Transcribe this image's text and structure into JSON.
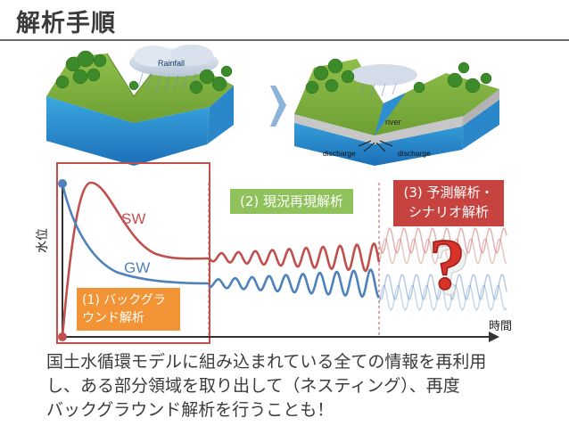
{
  "title": "解析手順",
  "illustration": {
    "left_label": "Rainfall",
    "right_river": "river",
    "right_discharge_left": "discharge",
    "right_discharge_right": "discharge"
  },
  "diagram": {
    "y_axis_label": "水位",
    "x_axis_label": "時間",
    "sw_label": "SW",
    "gw_label": "GW",
    "phase1_line1": "(1) バックグラ",
    "phase1_line2": "ウンド解析",
    "phase2": "(2) 現況再現解析",
    "phase3_line1": "(3) 予測解析・",
    "phase3_line2": "シナリオ解析",
    "question_mark": "?"
  },
  "colors": {
    "sw": "#c0504d",
    "gw": "#4f81bd",
    "phase1_box": "#f29436",
    "phase2_box": "#8fc25a",
    "phase3_box": "#c6433f",
    "window_frame": "#c0504d"
  },
  "body_text": {
    "line1": "国土水循環モデルに組み込まれている全ての情報を再利用",
    "line2": "し、ある部分領域を取り出して（ネスティング）、再度",
    "line3": "バックグラウンド解析を行うことも！"
  }
}
